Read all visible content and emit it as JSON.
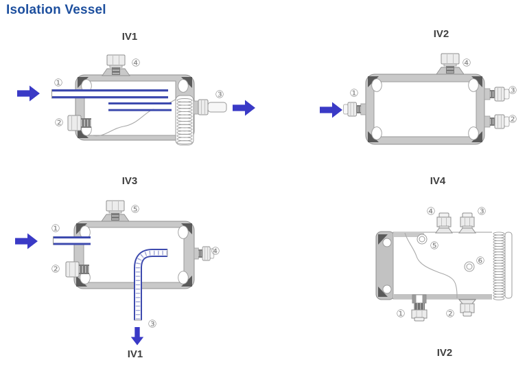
{
  "page": {
    "title": "Isolation Vessel"
  },
  "colors": {
    "heading_blue": "#1d4f9e",
    "flow_arrow_blue": "#3a3ac6",
    "tube_blue": "#3d4aae",
    "port_label_gray": "#8a8a8a",
    "diagram_title_gray": "#3f3f3f",
    "vessel_wall_gray": "#c9c9c9"
  },
  "diagrams": {
    "iv1": {
      "title": "IV1",
      "ports": {
        "p1": "①",
        "p2": "②",
        "p3": "③",
        "p4": "④"
      }
    },
    "iv2": {
      "title": "IV2",
      "ports": {
        "p1": "①",
        "p2": "②",
        "p3": "③",
        "p4": "④"
      }
    },
    "iv3": {
      "title": "IV3",
      "bottom_caption": "IV1",
      "ports": {
        "p1": "①",
        "p2": "②",
        "p3": "③",
        "p4": "④",
        "p5": "⑤"
      }
    },
    "iv4": {
      "title": "IV4",
      "bottom_caption": "IV2",
      "ports": {
        "p1": "①",
        "p2": "②",
        "p3": "③",
        "p4": "④",
        "p5": "⑤",
        "p6": "⑥"
      }
    }
  }
}
